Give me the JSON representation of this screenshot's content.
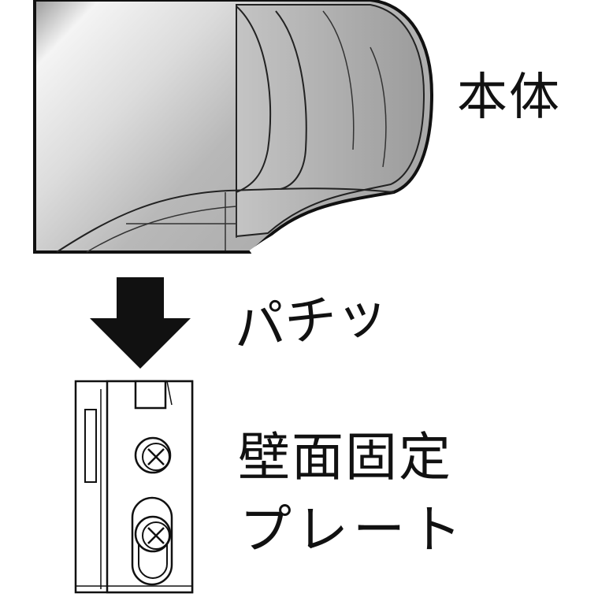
{
  "labels": {
    "body": "本体",
    "snap_sound": "パチッ",
    "plate_line1": "壁面固定",
    "plate_line2": "プレート"
  },
  "colors": {
    "outline": "#111111",
    "body_fill": "#bdbdbd",
    "arrow": "#111111",
    "plate_fill": "#ffffff"
  }
}
